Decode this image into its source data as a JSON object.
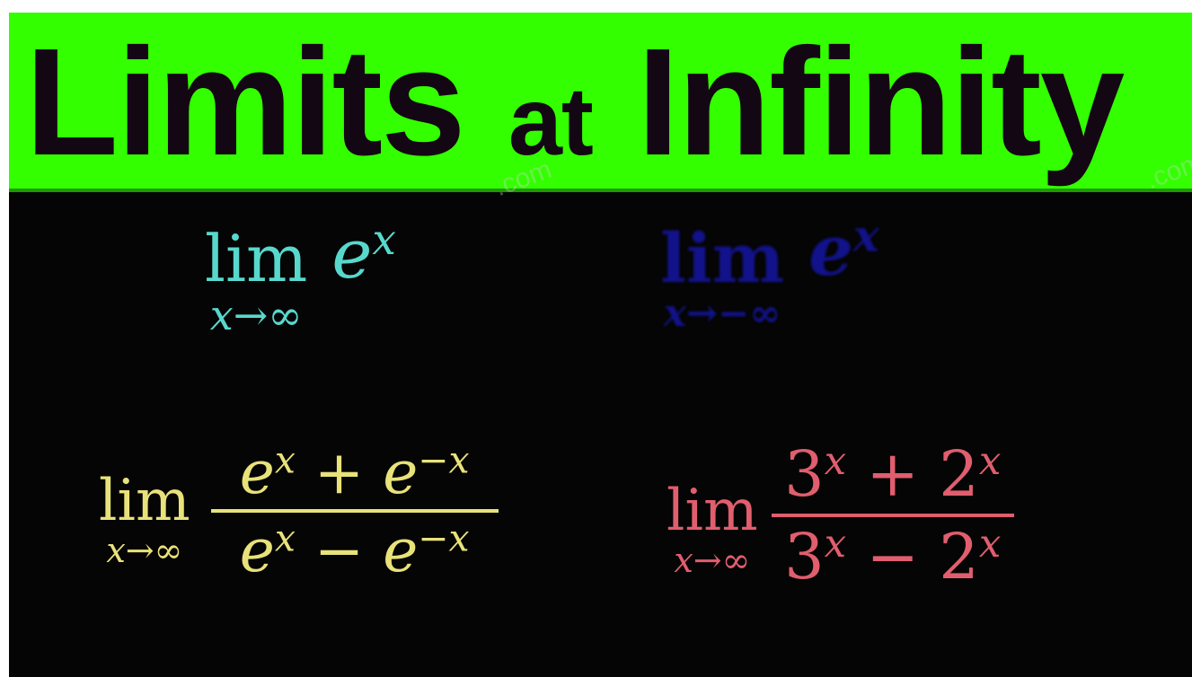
{
  "title": {
    "word_big_1": "Limits",
    "word_small": "at",
    "word_big_2": "Infinity"
  },
  "watermark": {
    "text": ".com"
  },
  "expressions": [
    {
      "id": "expr-1",
      "lim": "lim",
      "sub": "x→∞",
      "base": "e",
      "exp": "x"
    },
    {
      "id": "expr-2",
      "lim": "lim",
      "sub": "x→−∞",
      "base": "e",
      "exp": "x"
    },
    {
      "id": "expr-3",
      "lim": "lim",
      "sub": "x→∞",
      "num": {
        "b1": "e",
        "e1": "x",
        "op": " + ",
        "b2": "e",
        "e2": "−x"
      },
      "den": {
        "b1": "e",
        "e1": "x",
        "op": " − ",
        "b2": "e",
        "e2": "−x"
      }
    },
    {
      "id": "expr-4",
      "lim": "lim",
      "sub": "x→∞",
      "num": {
        "b1": "3",
        "e1": "x",
        "op": " + ",
        "b2": "2",
        "e2": "x"
      },
      "den": {
        "b1": "3",
        "e1": "x",
        "op": " − ",
        "b2": "2",
        "e2": "x"
      }
    }
  ],
  "colors": {
    "banner": "#33ff00",
    "title_text": "#140714",
    "background": "#050505",
    "expr1": "#58d8cc",
    "expr2": "#12128a",
    "expr3": "#e8e27a",
    "expr4": "#e05e6e"
  }
}
